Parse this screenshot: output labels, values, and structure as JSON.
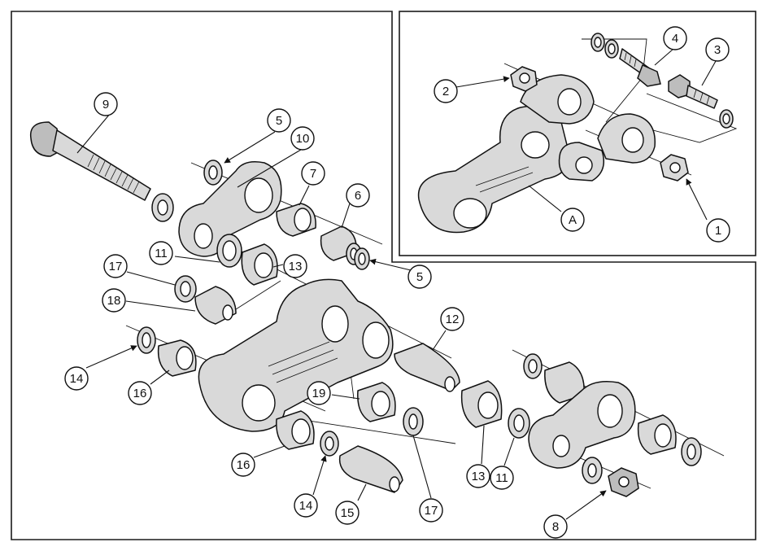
{
  "callouts": [
    {
      "label": "1"
    },
    {
      "label": "2"
    },
    {
      "label": "3"
    },
    {
      "label": "4"
    },
    {
      "label": "A"
    },
    {
      "label": "5"
    },
    {
      "label": "5"
    },
    {
      "label": "6"
    },
    {
      "label": "7"
    },
    {
      "label": "8"
    },
    {
      "label": "9"
    },
    {
      "label": "10"
    },
    {
      "label": "11"
    },
    {
      "label": "11"
    },
    {
      "label": "12"
    },
    {
      "label": "13"
    },
    {
      "label": "13"
    },
    {
      "label": "14"
    },
    {
      "label": "14"
    },
    {
      "label": "15"
    },
    {
      "label": "16"
    },
    {
      "label": "16"
    },
    {
      "label": "17"
    },
    {
      "label": "17"
    },
    {
      "label": "18"
    },
    {
      "label": "19"
    }
  ]
}
